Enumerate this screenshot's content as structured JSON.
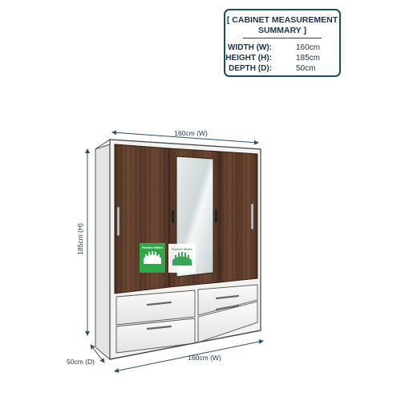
{
  "summary": {
    "title_line1": "[ CABINET MEASUREMENT",
    "title_line2": "SUMMARY ]",
    "rows": [
      {
        "label": "WIDTH (W):",
        "value": "160cm"
      },
      {
        "label": "HEIGHT (H):",
        "value": "185cm"
      },
      {
        "label": "DEPTH (D):",
        "value": "50cm"
      }
    ]
  },
  "dimensions": {
    "top_width": "160cm (W)",
    "height": "185cm (H)",
    "depth": "50cm (D)",
    "bottom_width": "160cm (W)"
  },
  "badges": {
    "text": "Furniture Station"
  },
  "colors": {
    "wood": "#5b3c2c",
    "carcass": "#f2f2f0",
    "badge_green": "#2fa84a",
    "dimension_line": "#2f4f6a"
  }
}
